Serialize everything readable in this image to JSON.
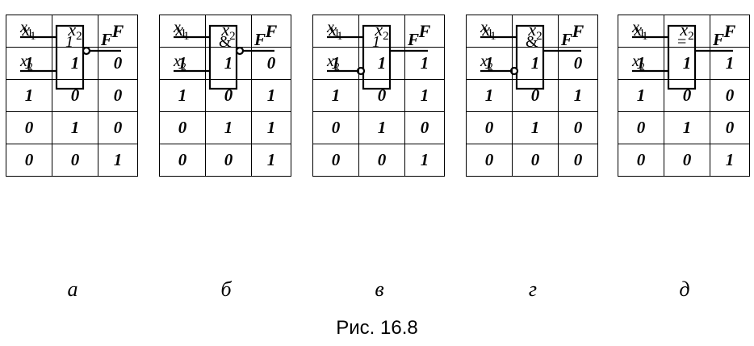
{
  "headers": {
    "x1_base": "x",
    "x1_sub": "1",
    "x2_base": "x",
    "x2_sub": "2",
    "f": "F"
  },
  "panels": [
    {
      "letter": "а",
      "gate_symbol": "1",
      "output_inverted": true,
      "input2_inverted": false,
      "rows": [
        [
          "1",
          "1",
          "0"
        ],
        [
          "1",
          "0",
          "0"
        ],
        [
          "0",
          "1",
          "0"
        ],
        [
          "0",
          "0",
          "1"
        ]
      ]
    },
    {
      "letter": "б",
      "gate_symbol": "&",
      "output_inverted": true,
      "input2_inverted": false,
      "rows": [
        [
          "1",
          "1",
          "0"
        ],
        [
          "1",
          "0",
          "1"
        ],
        [
          "0",
          "1",
          "1"
        ],
        [
          "0",
          "0",
          "1"
        ]
      ]
    },
    {
      "letter": "в",
      "gate_symbol": "1",
      "output_inverted": false,
      "input2_inverted": true,
      "rows": [
        [
          "1",
          "1",
          "1"
        ],
        [
          "1",
          "0",
          "1"
        ],
        [
          "0",
          "1",
          "0"
        ],
        [
          "0",
          "0",
          "1"
        ]
      ]
    },
    {
      "letter": "г",
      "gate_symbol": "&",
      "output_inverted": false,
      "input2_inverted": true,
      "rows": [
        [
          "1",
          "1",
          "0"
        ],
        [
          "1",
          "0",
          "1"
        ],
        [
          "0",
          "1",
          "0"
        ],
        [
          "0",
          "0",
          "0"
        ]
      ]
    },
    {
      "letter": "д",
      "gate_symbol": "=",
      "output_inverted": false,
      "input2_inverted": false,
      "rows": [
        [
          "1",
          "1",
          "1"
        ],
        [
          "1",
          "0",
          "0"
        ],
        [
          "0",
          "1",
          "0"
        ],
        [
          "0",
          "0",
          "1"
        ]
      ]
    }
  ],
  "caption": "Рис. 16.8"
}
